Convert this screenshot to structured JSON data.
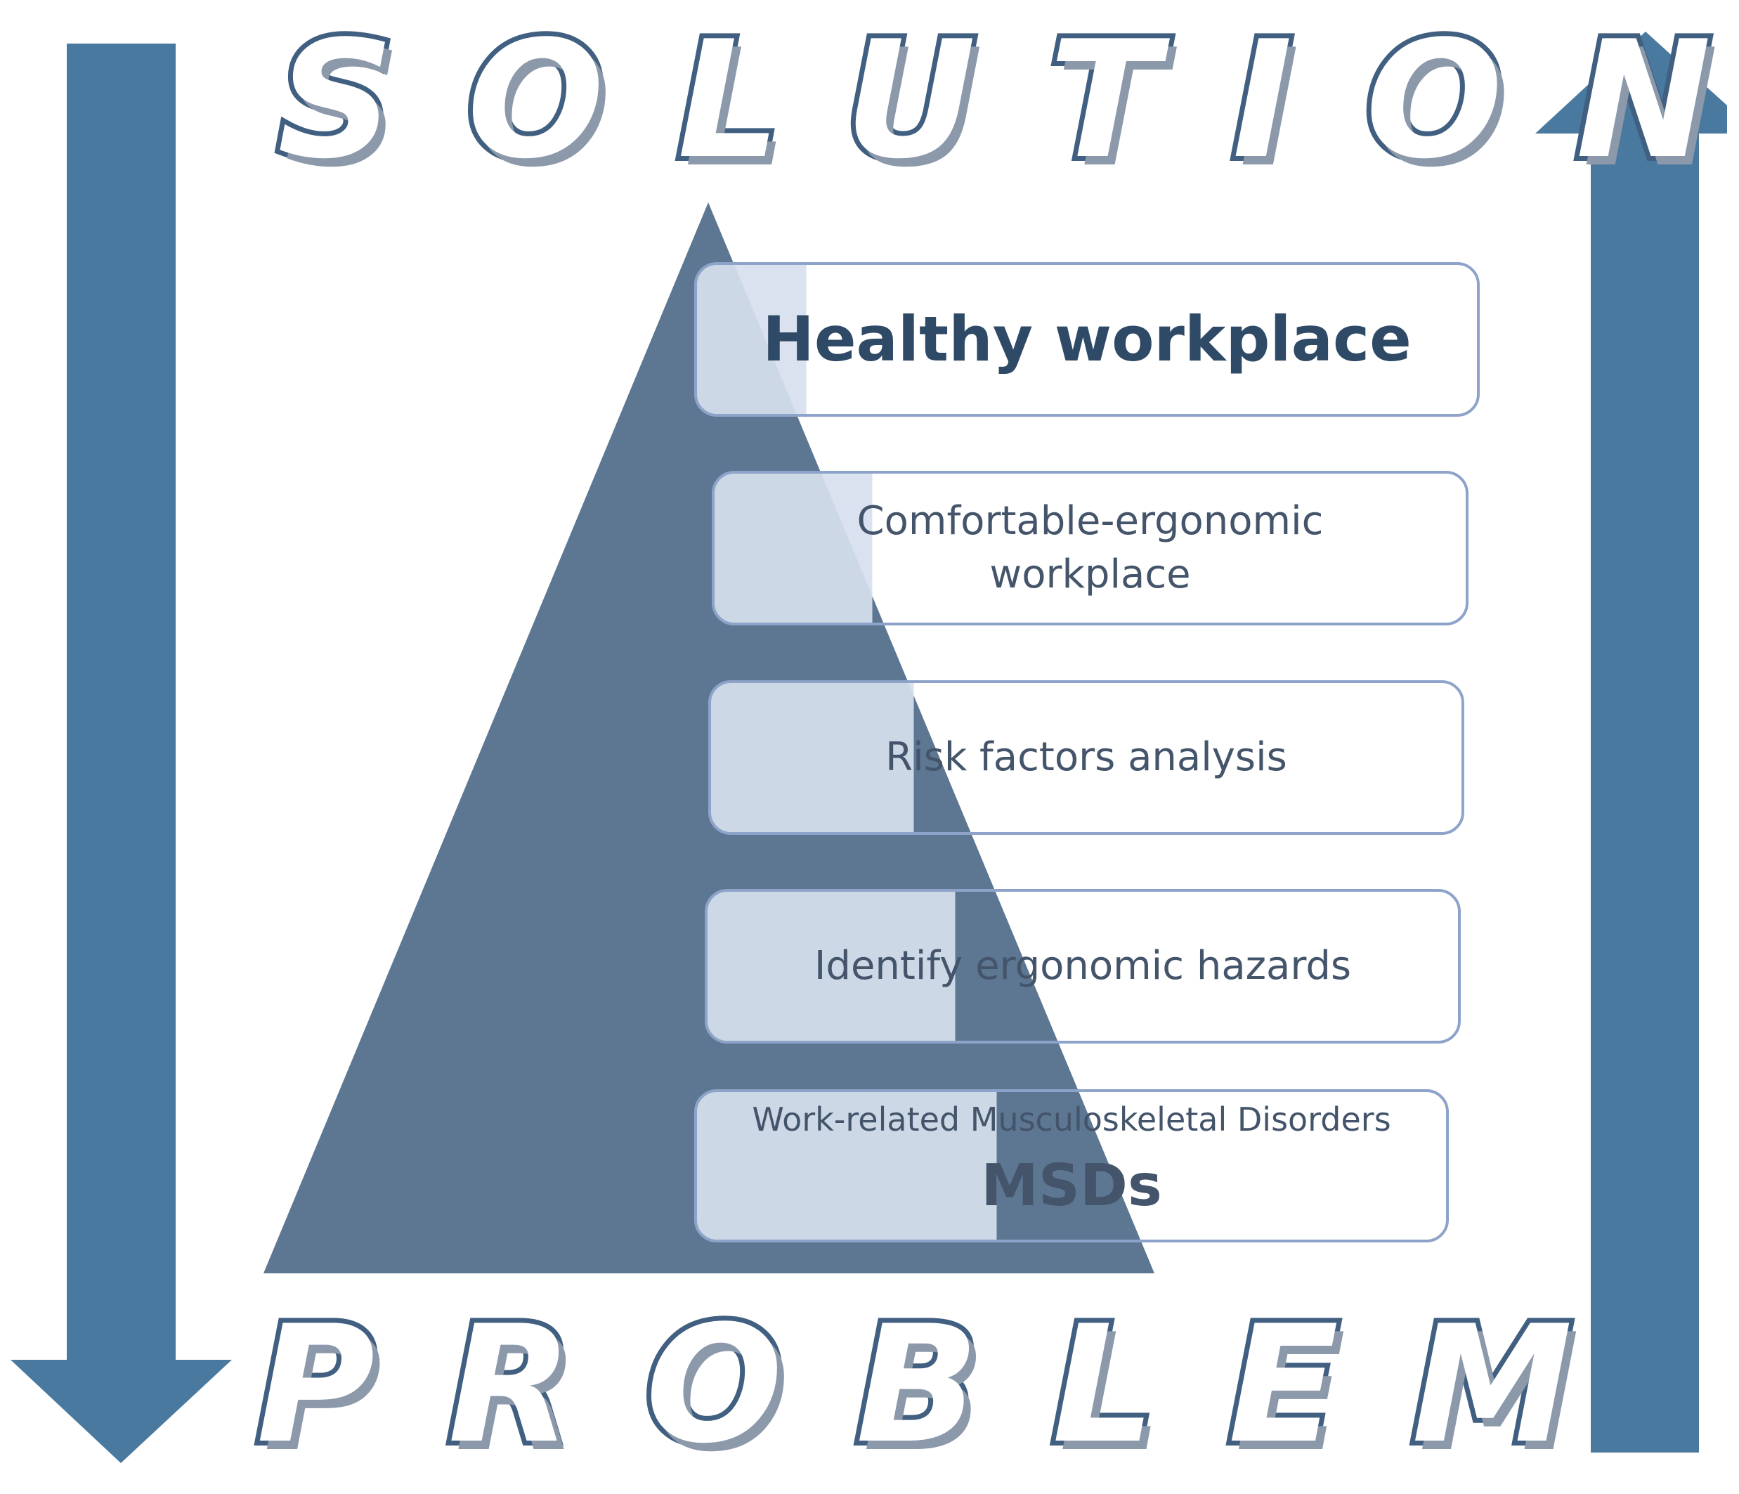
{
  "top_word": "SOLUTION",
  "bottom_word": "PROBLEM",
  "levels": [
    {
      "label": "Healthy workplace"
    },
    {
      "label": "Comfortable-ergonomic workplace"
    },
    {
      "label": "Risk factors analysis"
    },
    {
      "label": "Identify ergonomic hazards"
    },
    {
      "sublabel": "Work-related Musculoskeletal Disorders",
      "label": "MSDs"
    }
  ],
  "colors": {
    "arrow": "#4a799f",
    "pyramid": "#5d7792",
    "box_border": "#8ea3c9",
    "box_fill": "#d6e0ec"
  }
}
